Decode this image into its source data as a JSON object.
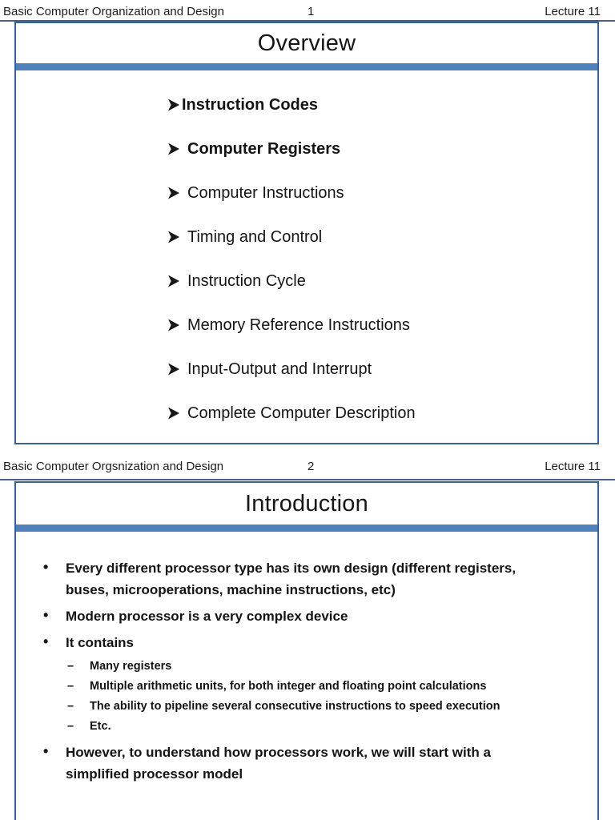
{
  "colors": {
    "accent_bar": "#4f81bd",
    "slide_border": "#36629c",
    "header_rule": "#44618e",
    "text": "#141414"
  },
  "slide1": {
    "header_left": "Basic Computer Organization and Design",
    "header_page": "1",
    "header_right": "Lecture 11",
    "title": "Overview",
    "bullets": [
      "Instruction Codes",
      "Computer Registers",
      "Computer Instructions",
      "Timing and Control",
      "Instruction Cycle",
      "Memory Reference Instructions",
      "Input-Output and Interrupt",
      "Complete Computer Description"
    ]
  },
  "slide2": {
    "header_left": "Basic Computer Orgsnization and Design",
    "header_page": "2",
    "header_right": "Lecture 11",
    "title": "Introduction",
    "bullets": [
      "Every different processor type has its own design (different registers, buses, microoperations, machine instructions, etc)",
      "Modern processor is a very complex device",
      "It contains",
      "However, to understand how processors work, we will start with a simplified processor model"
    ],
    "sub_bullets": [
      "Many registers",
      "Multiple arithmetic units, for both integer and floating point calculations",
      "The ability to pipeline several consecutive instructions to speed execution",
      "Etc."
    ]
  }
}
